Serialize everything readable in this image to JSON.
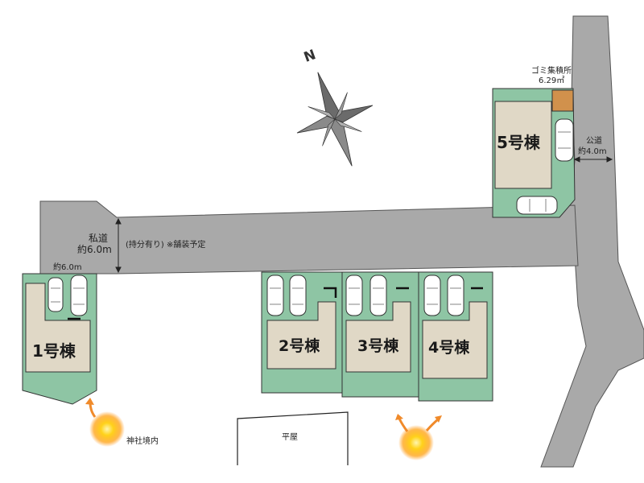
{
  "north": {
    "label": "N"
  },
  "colors": {
    "road": "#a9a9a9",
    "lot": "#8ec5a4",
    "building": "#e0d8c6",
    "trash": "#d1914c"
  },
  "houses": [
    {
      "label": "1号棟"
    },
    {
      "label": "2号棟"
    },
    {
      "label": "3号棟"
    },
    {
      "label": "4号棟"
    },
    {
      "label": "5号棟"
    }
  ],
  "trash": {
    "line1": "ゴミ集積所",
    "line2": "6.29㎡"
  },
  "public_road": {
    "line1": "公道",
    "line2": "約4.0m"
  },
  "private_road": {
    "line1": "私道",
    "line2": "約6.0m",
    "note": "(持分有り) ※舗装予定"
  },
  "width_note": "約6.0m",
  "shrine": "神社境内",
  "hiraya": "平屋"
}
